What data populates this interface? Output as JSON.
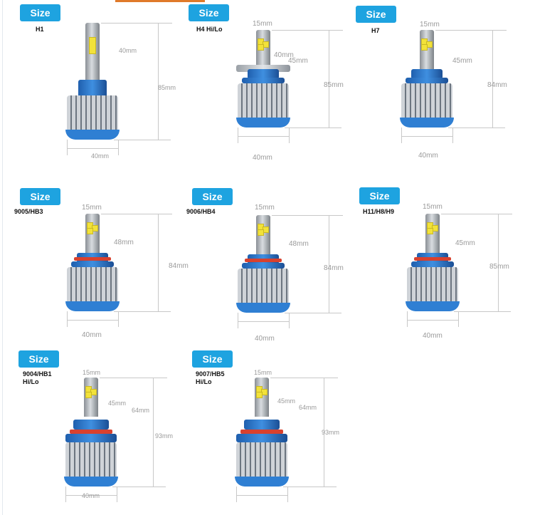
{
  "colors": {
    "badge": "#1ea3e0",
    "collar": "#2f7fd3",
    "ring": "#d8412e",
    "chip": "#f2e23a",
    "accent_bar": "#e07a2a"
  },
  "panels": [
    {
      "badge": "Size",
      "model": "H1",
      "dims": [
        "40mm",
        "85mm",
        "40mm"
      ],
      "variant": "h1"
    },
    {
      "badge": "Size",
      "model": "H4 Hi/Lo",
      "dims": [
        "15mm",
        "40mm",
        "45mm",
        "85mm",
        "40mm"
      ],
      "variant": "h4"
    },
    {
      "badge": "Size",
      "model": "H7",
      "dims": [
        "15mm",
        "45mm",
        "84mm",
        "40mm"
      ],
      "variant": "h7"
    },
    {
      "badge": "Size",
      "model": "9005/HB3",
      "dims": [
        "15mm",
        "48mm",
        "84mm",
        "40mm"
      ],
      "variant": "ring"
    },
    {
      "badge": "Size",
      "model": "9006/HB4",
      "dims": [
        "15mm",
        "48mm",
        "84mm",
        "40mm"
      ],
      "variant": "ring"
    },
    {
      "badge": "Size",
      "model": "H11/H8/H9",
      "dims": [
        "15mm",
        "45mm",
        "85mm",
        "40mm"
      ],
      "variant": "ring"
    },
    {
      "badge": "Size",
      "model": "9004/HB1\nHi/Lo",
      "dims": [
        "15mm",
        "45mm",
        "64mm",
        "93mm",
        "40mm"
      ],
      "variant": "hb"
    },
    {
      "badge": "Size",
      "model": "9007/HB5\nHi/Lo",
      "dims": [
        "15mm",
        "45mm",
        "64mm",
        "93mm"
      ],
      "variant": "hb"
    }
  ]
}
